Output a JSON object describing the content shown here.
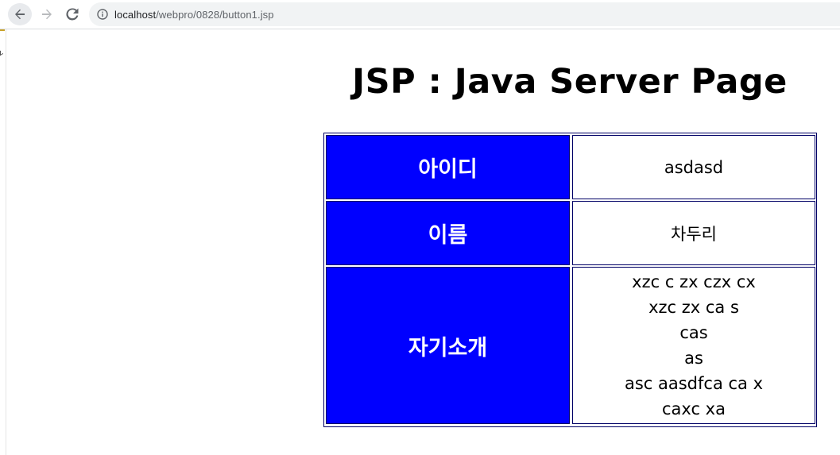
{
  "browser": {
    "url_host": "localhost",
    "url_path": "/webpro/0828/button1.jsp"
  },
  "page": {
    "title": "JSP : Java Server Page"
  },
  "table": {
    "rows": [
      {
        "label": "아이디",
        "value": "asdasd"
      },
      {
        "label": "이름",
        "value": "차두리"
      },
      {
        "label": "자기소개",
        "lines": [
          "xzc c zx czx cx",
          "xzc zx ca s",
          "cas",
          "as",
          "asc aasdfca ca x",
          "caxc xa"
        ]
      }
    ]
  },
  "colors": {
    "label_bg": "#0000ff",
    "label_text": "#ffffff",
    "border": "#000066"
  }
}
